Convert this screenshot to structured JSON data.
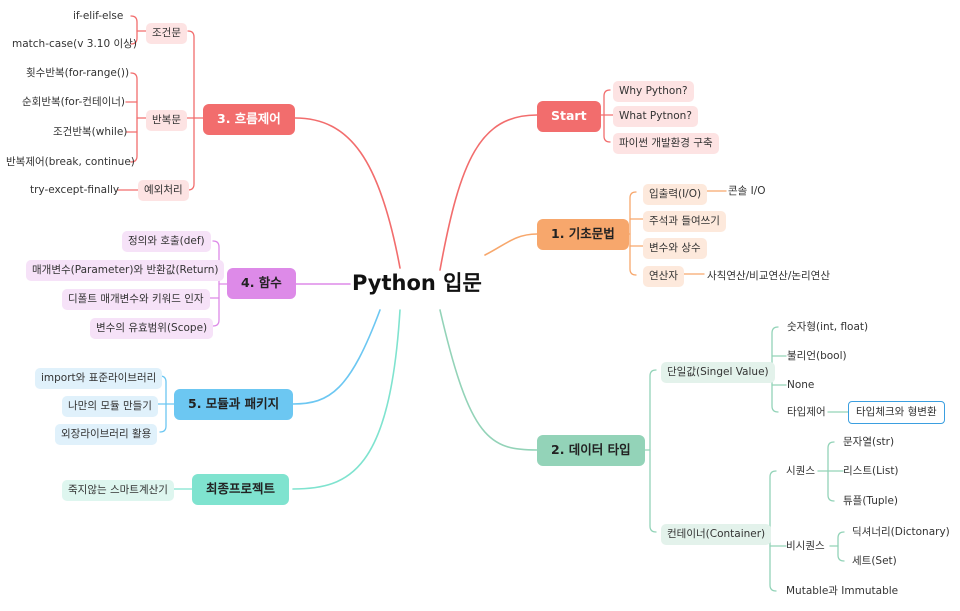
{
  "root": "Python 입문",
  "colors": {
    "start": "#f26d6d",
    "basic": "#f7a76c",
    "flow": "#f26d6d",
    "func": "#dd8ae8",
    "module": "#6cc7f2",
    "final": "#7fe3cf",
    "data": "#93d3b8",
    "start_light": "#fde3e3",
    "basic_light": "#fde9dc",
    "flow_light": "#fde3e3",
    "func_light": "#f6e2f8",
    "module_light": "#e0f1fb",
    "final_light": "#def6ef",
    "data_light": "#e3f2eb",
    "tag_border": "#3b9fe0"
  },
  "start": {
    "label": "Start",
    "items": [
      "Why Python?",
      "What Pytnon?",
      "파이썬 개발환경 구축"
    ]
  },
  "basic": {
    "label": "1. 기초문법",
    "io": {
      "label": "입출력(I/O)",
      "child": "콘솔 I/O"
    },
    "comment": "주석과 들여쓰기",
    "vars": "변수와 상수",
    "ops": {
      "label": "연산자",
      "child": "사칙연산/비교연산/논리연산"
    }
  },
  "data": {
    "label": "2. 데이터 타입",
    "single": {
      "label": "단일값(Singel Value)",
      "items": [
        "숫자형(int, float)",
        "불리언(bool)",
        "None"
      ],
      "typecontrol": {
        "label": "타입제어",
        "child": "타입체크와 형변환"
      }
    },
    "container": {
      "label": "컨테이너(Container)",
      "sequence": {
        "label": "시퀀스",
        "items": [
          "문자열(str)",
          "리스트(List)",
          "튜플(Tuple)"
        ]
      },
      "nonsequence": {
        "label": "비시퀀스",
        "items": [
          "딕셔너리(Dictonary)",
          "세트(Set)"
        ]
      },
      "mutable": "Mutable과 Immutable"
    }
  },
  "flow": {
    "label": "3. 흐름제어",
    "cond": {
      "label": "조건문",
      "items": [
        "if-elif-else",
        "match-case(v 3.10 이상)"
      ]
    },
    "loop": {
      "label": "반복문",
      "items": [
        "횟수반복(for-range())",
        "순회반복(for-컨테이너)",
        "조건반복(while)",
        "반복제어(break, continue)"
      ]
    },
    "except": {
      "label": "예외처리",
      "child": "try-except-finally"
    }
  },
  "func": {
    "label": "4. 함수",
    "items": [
      "정의와 호출(def)",
      "매개변수(Parameter)와 반환값(Return)",
      "디폴트 매개변수와 키워드 인자",
      "변수의 유효범위(Scope)"
    ]
  },
  "module": {
    "label": "5. 모듈과 패키지",
    "items": [
      "import와 표준라이브러리",
      "나만의 모듈 만들기",
      "외장라이브러리 활용"
    ]
  },
  "final": {
    "label": "최종프로젝트",
    "items": [
      "죽지않는 스마트계산기"
    ]
  }
}
